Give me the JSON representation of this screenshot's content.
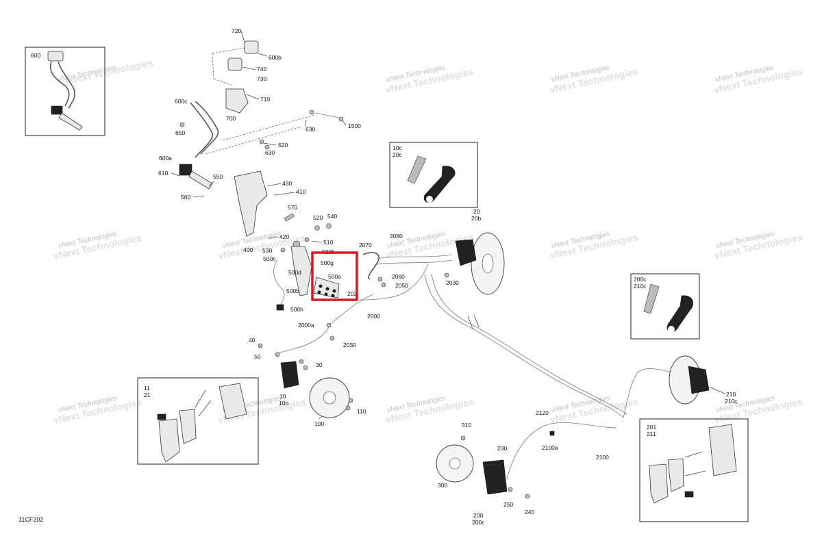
{
  "diagram_code": "11CF202",
  "watermark": "vNext Technologies",
  "highlight_color": "#d9191f",
  "labels": {
    "l720": "720",
    "l600b": "600b",
    "l740": "740",
    "l730": "730",
    "l710": "710",
    "l700": "700",
    "l600c": "600c",
    "l650": "650",
    "l630a": "630",
    "l1500": "1500",
    "l630b": "630",
    "l620": "620",
    "l600a": "600a",
    "l610": "610",
    "l550": "550",
    "l560": "560",
    "l430": "430",
    "l410": "410",
    "l570": "570",
    "l520": "520",
    "l540": "540",
    "l420": "420",
    "l510": "510",
    "l530": "530",
    "l400": "400",
    "l500f": "500f",
    "l500c": "500c",
    "l500g": "500g",
    "l500a": "500a",
    "l500d": "500d",
    "l500b": "500b",
    "l500h": "500h",
    "l2070": "2070",
    "l2080": "2080",
    "l2060": "2060",
    "l2050": "2050",
    "l2020": "202",
    "l2000": "2000",
    "l2000a": "2000a",
    "l2030a": "2030",
    "l2030b": "2030",
    "l20": "20",
    "l20b": "20b",
    "l40": "40",
    "l50": "50",
    "l30": "30",
    "l10": "10",
    "l10b": "10b",
    "l100": "100",
    "l110": "110",
    "l11": "11",
    "l21": "21",
    "l10c": "10c",
    "l20c": "20c",
    "l200c": "200c",
    "l210c": "210c",
    "l210": "210",
    "l210b": "210c",
    "l2120": "2120",
    "l2100a": "2100a",
    "l2100": "2100",
    "l310": "310",
    "l230": "230",
    "l300": "300",
    "l250": "250",
    "l240": "240",
    "l200": "200",
    "l200c2": "200c",
    "l201": "201",
    "l211": "211",
    "l600": "600"
  }
}
